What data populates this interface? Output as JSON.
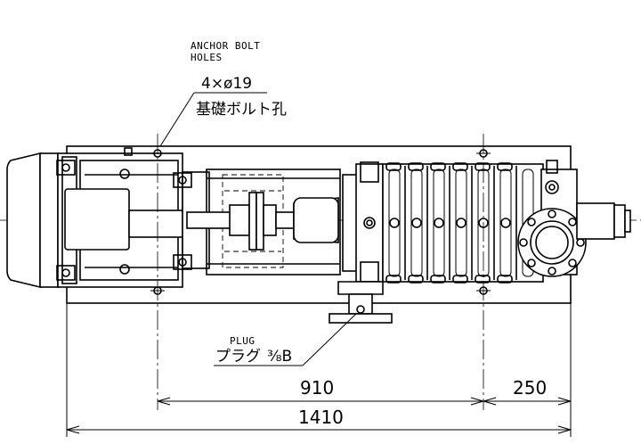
{
  "annotations": {
    "anchor_bolt_en_line1": "ANCHOR BOLT",
    "anchor_bolt_en_line2": "HOLES",
    "anchor_bolt_qty": "4×ø19",
    "anchor_bolt_jp": "基礎ボルト孔",
    "plug_en": "PLUG",
    "plug_jp": "プラグ",
    "plug_size": "⅜B"
  },
  "dimensions": {
    "bolt_pitch": "910",
    "bolt_to_end": "250",
    "overall_base": "1410"
  }
}
